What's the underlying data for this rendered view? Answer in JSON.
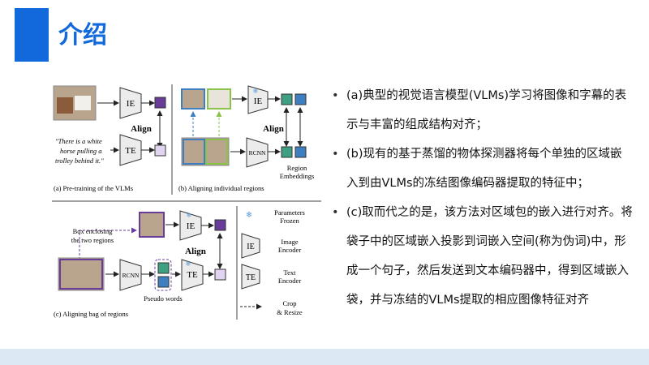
{
  "header": {
    "title": "介绍"
  },
  "colors": {
    "accent": "#1269db",
    "footer": "#dde8f5",
    "title": "#1269db",
    "purple": "#6a3c9a",
    "green": "#3f9f82",
    "blue": "#3f7fc1",
    "light_purple": "#e0d4f0",
    "lime": "#8bc34a"
  },
  "figure": {
    "panel_a": {
      "ie": "IE",
      "te": "TE",
      "align": "Align",
      "quote": [
        "\"There is a white",
        "horse pulling a",
        "trolley behind it.\""
      ],
      "caption": "(a) Pre-training of the VLMs"
    },
    "panel_b": {
      "ie": "IE",
      "rcnn": "RCNN",
      "align": "Align",
      "region_embeddings": [
        "Region",
        "Embeddings"
      ],
      "caption": "(b) Aligning individual regions"
    },
    "panel_c": {
      "ie": "IE",
      "te": "TE",
      "rcnn": "RCNN",
      "align": "Align",
      "box_enclosing": [
        "Box enclosing",
        "the two regions"
      ],
      "pseudo_words": "Pseudo words",
      "caption": "(c) Aligning bag of regions"
    },
    "legend": {
      "frozen": [
        "Parameters",
        "Frozen"
      ],
      "ie_symbol": "IE",
      "image_encoder": [
        "Image",
        "Encoder"
      ],
      "te_symbol": "TE",
      "text_encoder": [
        "Text",
        "Encoder"
      ],
      "crop": [
        "Crop",
        "& Resize"
      ]
    }
  },
  "bullets": [
    "(a)典型的视觉语言模型(VLMs)学习将图像和字幕的表示与丰富的组成结构对齐；",
    "(b)现有的基于蒸馏的物体探测器将每个单独的区域嵌入到由VLMs的冻结图像编码器提取的特征中；",
    "(c)取而代之的是，该方法对区域包的嵌入进行对齐。将袋子中的区域嵌入投影到词嵌入空间(称为伪词)中，形成一个句子，然后发送到文本编码器中，得到区域嵌入袋，并与冻结的VLMs提取的相应图像特征对齐"
  ],
  "bullet_marker": "•"
}
